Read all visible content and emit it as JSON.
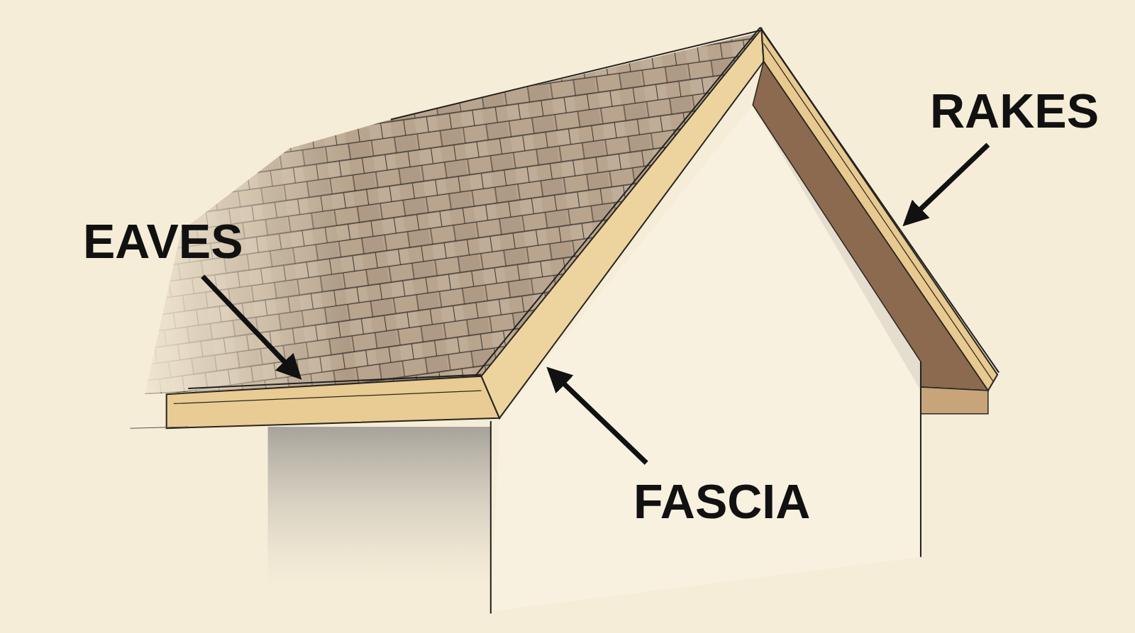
{
  "diagram": {
    "labels": [
      "RAKES",
      "EAVES",
      "FASCIA"
    ]
  }
}
